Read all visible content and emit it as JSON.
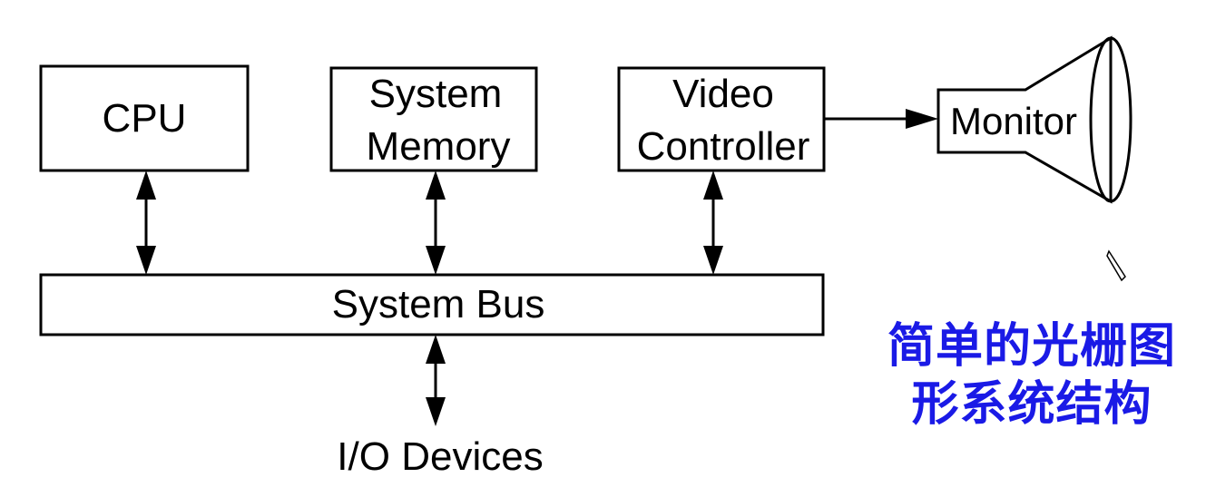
{
  "diagram": {
    "cpu": "CPU",
    "memory": [
      "System",
      "Memory"
    ],
    "video": [
      "Video",
      "Controller"
    ],
    "monitor": "Monitor",
    "bus": "System Bus",
    "io": "I/O Devices"
  },
  "caption": [
    "简单的光栅图",
    "形系统结构"
  ],
  "colors": {
    "caption": "#1a1ae6",
    "lines": "#000000"
  },
  "icons": [
    "pencil-cursor-icon"
  ]
}
